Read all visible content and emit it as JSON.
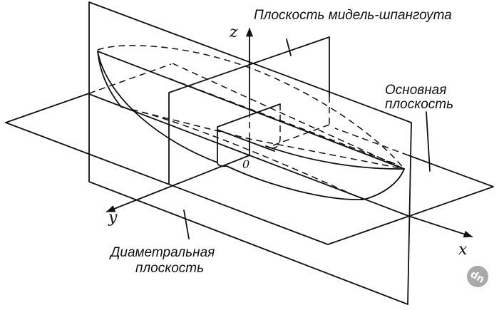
{
  "labels": {
    "midship_plane": "Плоскость мидель-шпангоута",
    "base_plane_line1": "Основная",
    "base_plane_line2": "плоскость",
    "centerline_plane_line1": "Диаметральная",
    "centerline_plane_line2": "плоскость"
  },
  "axes": {
    "z": "z",
    "y": "y",
    "x": "x",
    "origin": "0"
  },
  "watermark": {
    "text": "dn",
    "color": "#a9a9a9"
  }
}
